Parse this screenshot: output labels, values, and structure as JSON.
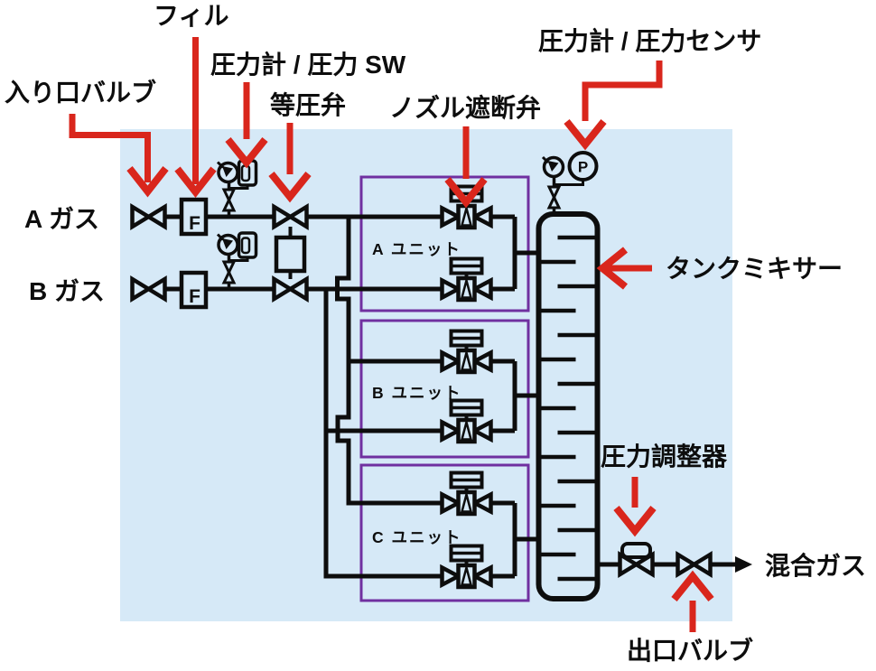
{
  "diagram": {
    "inputs": [
      {
        "id": "gas-a",
        "label": "A ガス"
      },
      {
        "id": "gas-b",
        "label": "B ガス"
      }
    ],
    "units": [
      {
        "id": "unit-a",
        "label": "A ユニット"
      },
      {
        "id": "unit-b",
        "label": "B ユニット"
      },
      {
        "id": "unit-c",
        "label": "C ユニット"
      }
    ],
    "components": {
      "filter_label": "F",
      "pressure_sensor_label": "P"
    },
    "annotations": {
      "fill": "フィル",
      "inlet_valve": "入り口バルブ",
      "pressure_gauge_sw": "圧力計 / 圧力 SW",
      "equal_pressure_valve": "等圧弁",
      "nozzle_shutoff_valve": "ノズル遮断弁",
      "pressure_gauge_sensor": "圧力計 / 圧力センサ",
      "tank_mixer": "タンクミキサー",
      "pressure_regulator": "圧力調整器",
      "mixed_gas": "混合ガス",
      "outlet_valve": "出口バルブ"
    },
    "colors": {
      "panel": "#d6e9f7",
      "line": "#0d0d0d",
      "unit_box": "#7030a0",
      "annotation": "#d9261c",
      "background": "#ffffff"
    }
  }
}
